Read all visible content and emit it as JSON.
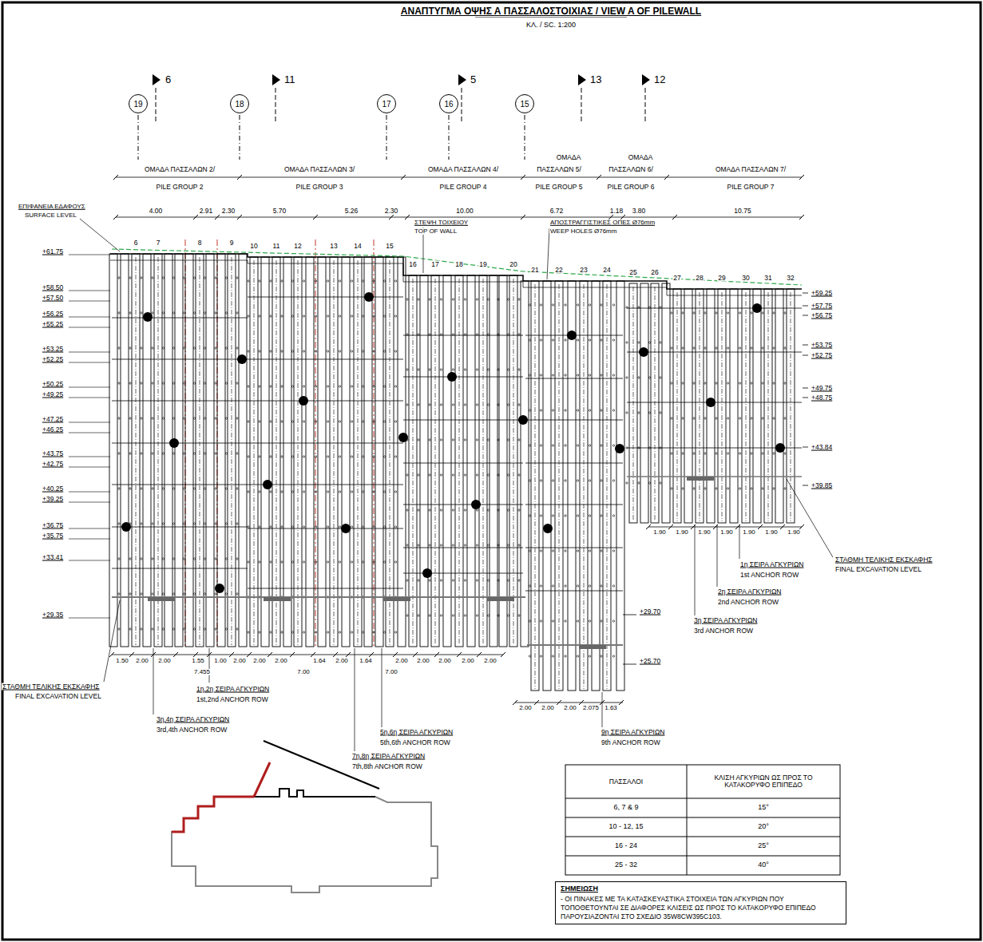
{
  "diagram": {
    "title": "ΑΝΑΠΤΥΓΜΑ ΟΨΗΣ Α ΠΑΣΣΑΛΟΣΤΟΙΧΙΑΣ / VIEW A OF PILEWALL",
    "nodes": [
      {
        "text": [
          "19"
        ]
      },
      {
        "text": [
          "18"
        ]
      },
      {
        "text": [
          "17"
        ]
      },
      {
        "text": [
          "16"
        ]
      },
      {
        "text": [
          "15"
        ]
      },
      {
        "text": [
          "ΣΗΜΕΙΩΣΗ",
          "- ΟΙ ΠΙΝΑΚΕΣ ΜΕ ΤΑ ΚΑΤΑΣΚΕΥΑΣΤΙΚΑ ΣΤΟΙΧΕΙΑ ΤΩΝ ΑΓΚΥΡΙΩΝ ΠΟΥ ΤΟΠΟΘΕΤΟΥΝΤΑΙ ΣΕ ΔΙΑΦΟΡΕΣ ΚΛΙΣΕΙΣ ΩΣ ΠΡΟΣ ΤΟ ΚΑΤΑΚΟΡΥΦΟ ΕΠΙΠΕΔΟ ΠΑΡΟΥΣΙΑΖΟΝΤΑΙ ΣΤΟ ΣΧΕΔΙΟ 35W8CW395C103."
        ]
      }
    ],
    "labels": [
      "ΚΛ. / SC. 1:200",
      "6",
      "11",
      "5",
      "13",
      "12",
      "ΟΜΑΔΑ ΠΑΣΣΑΛΩΝ 2/",
      "PILE GROUP 2",
      "ΟΜΑΔΑ ΠΑΣΣΑΛΩΝ 3/",
      "PILE GROUP 3",
      "ΟΜΑΔΑ ΠΑΣΣΑΛΩΝ 4/",
      "PILE GROUP 4",
      "ΟΜΑΔΑ",
      "ΠΑΣΣΑΛΩΝ 5/",
      "PILE GROUP 5",
      "ΟΜΑΔΑ",
      "ΠΑΣΣΑΛΩΝ 6/",
      "PILE GROUP 6",
      "ΟΜΑΔΑ ΠΑΣΣΑΛΩΝ 7/",
      "PILE GROUP 7",
      "4.00",
      "2.91",
      "2.30",
      "5.70",
      "5.26",
      "2.30",
      "10.00",
      "6.72",
      "1.18",
      "3.80",
      "10.75",
      "ΕΠΙΦΑΝΕΙΑ ΕΔΑΦΟΥΣ",
      "SURFACE LEVEL",
      "ΣΤΕΨΗ ΤΟΙΧΕΙΟΥ",
      "TOP OF WALL",
      "ΑΠΟΣΤΡΑΓΓΙΣΤΙΚΕΣ ΟΠΕΣ Ø76mm",
      "WEEP HOLES Ø76mm",
      "+61.75",
      "+58.50",
      "+57.50",
      "+56.25",
      "+55.25",
      "+53.25",
      "+52.25",
      "+50.25",
      "+49.25",
      "+47.25",
      "+46.25",
      "+43.75",
      "+42.75",
      "+40.25",
      "+39.25",
      "+36.75",
      "+35.75",
      "+33.41",
      "+29.35",
      "+59.25",
      "+57.75",
      "+56.75",
      "+53.75",
      "+52.75",
      "+49.75",
      "+48.75",
      "+43.84",
      "+39.85",
      "6",
      "7",
      "8",
      "9",
      "10",
      "11",
      "12",
      "13",
      "14",
      "15",
      "16",
      "17",
      "18",
      "19",
      "20",
      "21",
      "22",
      "23",
      "24",
      "25",
      "26",
      "27",
      "28",
      "29",
      "30",
      "31",
      "32",
      "1.50",
      "2.00",
      "2.00",
      "1.55",
      "1.00",
      "2.00",
      "2.00",
      "2.00",
      "1.64",
      "2.00",
      "1.64",
      "2.00",
      "2.00",
      "2.00",
      "2.00",
      "2.00",
      "7.455",
      "7.00",
      "7.00",
      "1.90",
      "1.90",
      "1.90",
      "1.90",
      "1.90",
      "1.90",
      "1.90",
      "+29.70",
      "+25.70",
      "2.00",
      "2.00",
      "2.00",
      "2.075",
      "1.63",
      "ΣΤΑΘΜΗ ΤΕΛΙΚΗΣ ΕΚΣΚΑΦΗΣ",
      "FINAL EXCAVATION LEVEL",
      "1η,2η ΣΕΙΡΑ ΑΓΚΥΡΙΩΝ",
      "1st,2nd ANCHOR ROW",
      "3η,4η ΣΕΙΡΑ ΑΓΚΥΡΙΩΝ",
      "3rd,4th ANCHOR ROW",
      "5η,6η ΣΕΙΡΑ ΑΓΚΥΡΙΩΝ",
      "5th,6th ANCHOR ROW",
      "7η,8η ΣΕΙΡΑ ΑΓΚΥΡΙΩΝ",
      "7th,8th ANCHOR ROW",
      "9η ΣΕΙΡΑ ΑΓΚΥΡΙΩΝ",
      "9th ANCHOR ROW",
      "1η ΣΕΙΡΑ ΑΓΚΥΡΙΩΝ",
      "1st ANCHOR ROW",
      "2η ΣΕΙΡΑ ΑΓΚΥΡΙΩΝ",
      "2nd ANCHOR ROW",
      "3η ΣΕΙΡΑ ΑΓΚΥΡΙΩΝ",
      "3rd ANCHOR ROW",
      "ΣΤΑΘΜΗ ΤΕΛΙΚΗΣ ΕΚΣΚΑΦΗΣ",
      "FINAL EXCAVATION LEVEL",
      "ΠΑΣΣΑΛΟΙ",
      "ΚΛΙΣΗ ΑΓΚΥΡΙΩΝ ΩΣ ΠΡΟΣ ΤΟ ΚΑΤΑΚΟΡΥΦΟ ΕΠΙΠΕΔΟ",
      "6, 7 & 9",
      "15°",
      "10 - 12, 15",
      "20°",
      "16 - 24",
      "25°",
      "25 - 32",
      "40°"
    ]
  }
}
